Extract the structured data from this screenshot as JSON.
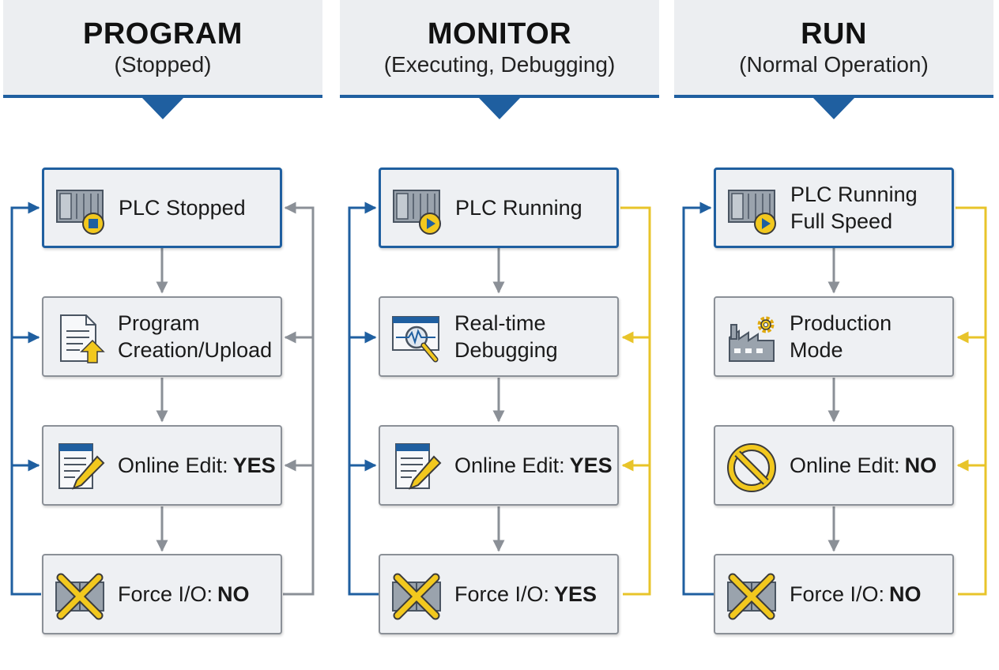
{
  "columns": [
    {
      "title": "PROGRAM",
      "subtitle": "(Stopped)",
      "accent": "#8b9097",
      "steps": [
        {
          "icon": "plc-stop-icon",
          "text": "PLC Stopped",
          "value": ""
        },
        {
          "icon": "document-upload-icon",
          "text": "Program Creation/Upload",
          "value": ""
        },
        {
          "icon": "edit-document-icon",
          "text": "Online Edit:",
          "value": "YES"
        },
        {
          "icon": "force-io-crossed-icon",
          "text": "Force I/O:",
          "value": "NO"
        }
      ]
    },
    {
      "title": "MONITOR",
      "subtitle": "(Executing, Debugging)",
      "accent": "#e8c42a",
      "steps": [
        {
          "icon": "plc-play-icon",
          "text": "PLC Running",
          "value": ""
        },
        {
          "icon": "debug-magnifier-icon",
          "text": "Real-time Debugging",
          "value": ""
        },
        {
          "icon": "edit-document-icon",
          "text": "Online Edit:",
          "value": "YES"
        },
        {
          "icon": "force-io-crossed-icon",
          "text": "Force I/O:",
          "value": "YES"
        }
      ]
    },
    {
      "title": "RUN",
      "subtitle": "(Normal Operation)",
      "accent": "#e8c42a",
      "steps": [
        {
          "icon": "plc-play-icon",
          "text": "PLC Running Full Speed",
          "value": ""
        },
        {
          "icon": "factory-gear-icon",
          "text": "Production Mode",
          "value": ""
        },
        {
          "icon": "prohibited-icon",
          "text": "Online Edit:",
          "value": "NO"
        },
        {
          "icon": "force-io-crossed-icon",
          "text": "Force I/O:",
          "value": "NO"
        }
      ]
    }
  ],
  "colors": {
    "blue": "#1f5fa0",
    "gray": "#8b9097",
    "yellow": "#e8c42a",
    "box_fill": "#eef0f3",
    "header_fill": "#eceef1"
  }
}
